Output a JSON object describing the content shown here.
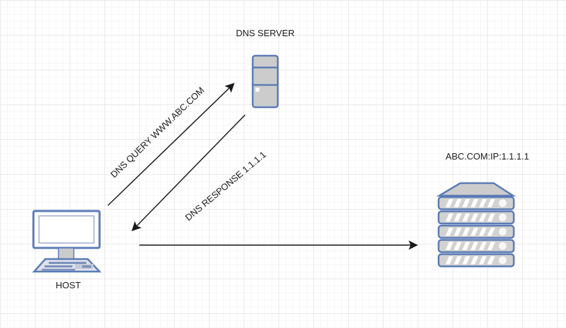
{
  "diagram": {
    "type": "network-flow",
    "nodes": {
      "dns_server": {
        "label": "DNS SERVER",
        "icon": "tower-server-icon"
      },
      "host": {
        "label": "HOST",
        "icon": "desktop-computer-icon"
      },
      "web_server": {
        "label": "ABC.COM:IP:1.1.1.1",
        "icon": "server-rack-icon"
      }
    },
    "edges": {
      "dns_query": {
        "label": "DNS QUERY WWW.ABC.COM",
        "from": "host",
        "to": "dns_server"
      },
      "dns_response": {
        "label": "DNS RESPONSE 1.1.1.1",
        "from": "dns_server",
        "to": "host"
      },
      "web_request": {
        "label": "",
        "from": "host",
        "to": "web_server"
      }
    },
    "colors": {
      "shape_stroke": "#5b7bb5",
      "shape_fill": "#cccccc",
      "rack_unit_fill": "#d2d2d2",
      "vent_stripe": "#ffffff",
      "arrow": "#1a1a1a",
      "text": "#1a1a1a",
      "background": "#ffffff",
      "grid_minor": "#f6f6f6",
      "grid_major": "#e9e9e9"
    }
  }
}
